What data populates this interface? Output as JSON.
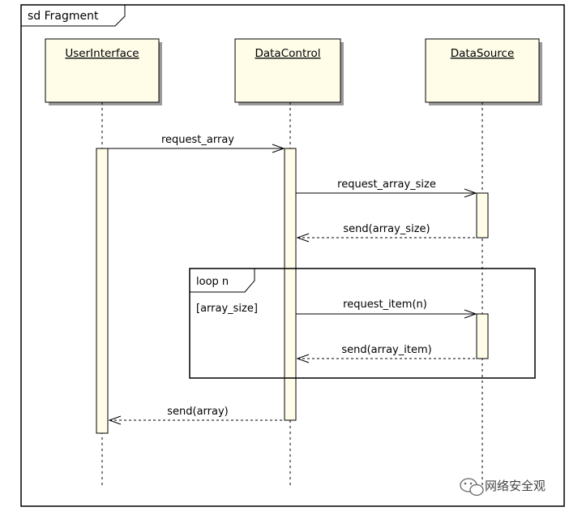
{
  "frame": {
    "title": "sd Fragment"
  },
  "lifelines": [
    {
      "name": "UserInterface"
    },
    {
      "name": "DataControl"
    },
    {
      "name": "DataSource"
    }
  ],
  "messages": [
    {
      "label": "request_array",
      "kind": "call"
    },
    {
      "label": "request_array_size",
      "kind": "call"
    },
    {
      "label": "send(array_size)",
      "kind": "return"
    },
    {
      "label": "request_item(n)",
      "kind": "call"
    },
    {
      "label": "send(array_item)",
      "kind": "return"
    },
    {
      "label": "send(array)",
      "kind": "return"
    }
  ],
  "loop": {
    "title": "loop n",
    "guard": "[array_size]"
  },
  "watermark": {
    "text": "网络安全观",
    "icon": "wechat-icon"
  }
}
